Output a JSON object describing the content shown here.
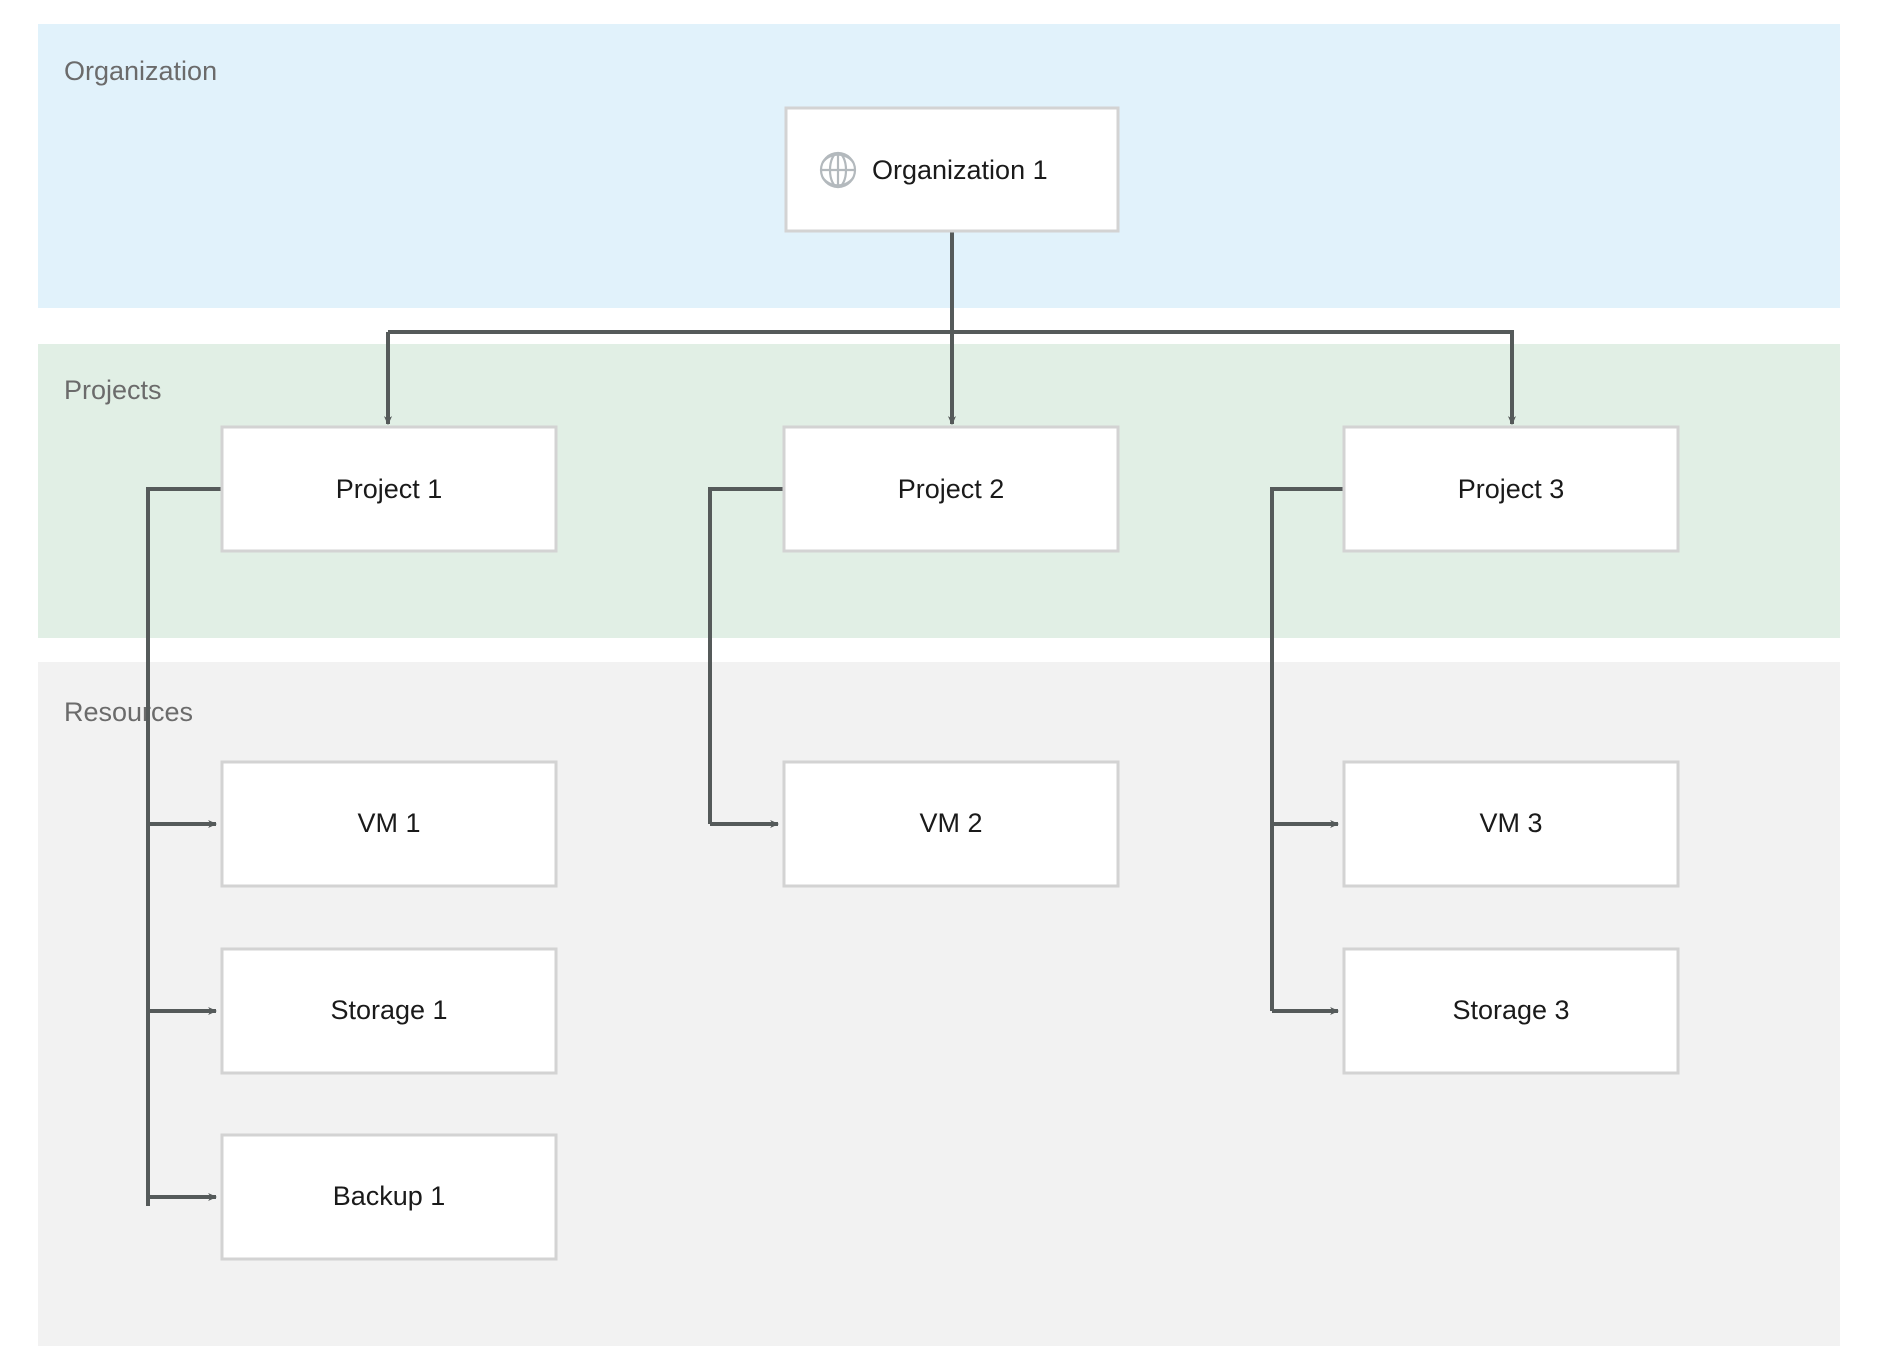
{
  "diagram": {
    "title": "Organization / Projects / Resources hierarchy",
    "bands": [
      {
        "id": "organization",
        "label": "Organization",
        "color": "#e1f2fb"
      },
      {
        "id": "projects",
        "label": "Projects",
        "color": "#e1efe5"
      },
      {
        "id": "resources",
        "label": "Resources",
        "color": "#f2f2f2"
      }
    ],
    "nodes": {
      "organization": [
        {
          "id": "org1",
          "label": "Organization 1",
          "icon": "globe-icon"
        }
      ],
      "projects": [
        {
          "id": "p1",
          "label": "Project 1"
        },
        {
          "id": "p2",
          "label": "Project 2"
        },
        {
          "id": "p3",
          "label": "Project 3"
        }
      ],
      "resources": [
        {
          "id": "vm1",
          "label": "VM 1"
        },
        {
          "id": "storage1",
          "label": "Storage 1"
        },
        {
          "id": "backup1",
          "label": "Backup 1"
        },
        {
          "id": "vm2",
          "label": "VM 2"
        },
        {
          "id": "vm3",
          "label": "VM 3"
        },
        {
          "id": "storage3",
          "label": "Storage 3"
        }
      ]
    },
    "edges": [
      {
        "from": "org1",
        "to": "p1"
      },
      {
        "from": "org1",
        "to": "p2"
      },
      {
        "from": "org1",
        "to": "p3"
      },
      {
        "from": "p1",
        "to": "vm1"
      },
      {
        "from": "p1",
        "to": "storage1"
      },
      {
        "from": "p1",
        "to": "backup1"
      },
      {
        "from": "p2",
        "to": "vm2"
      },
      {
        "from": "p3",
        "to": "vm3"
      },
      {
        "from": "p3",
        "to": "storage3"
      }
    ],
    "colors": {
      "organization_band": "#e1f2fb",
      "projects_band": "#e1efe5",
      "resources_band": "#f2f2f2",
      "node_fill": "#ffffff",
      "node_border": "#d3d3d3",
      "edge": "#555a5a",
      "band_label_text": "#6b6b6b",
      "node_label_text": "#1a1a1a",
      "icon": "#b3b9bd"
    }
  }
}
